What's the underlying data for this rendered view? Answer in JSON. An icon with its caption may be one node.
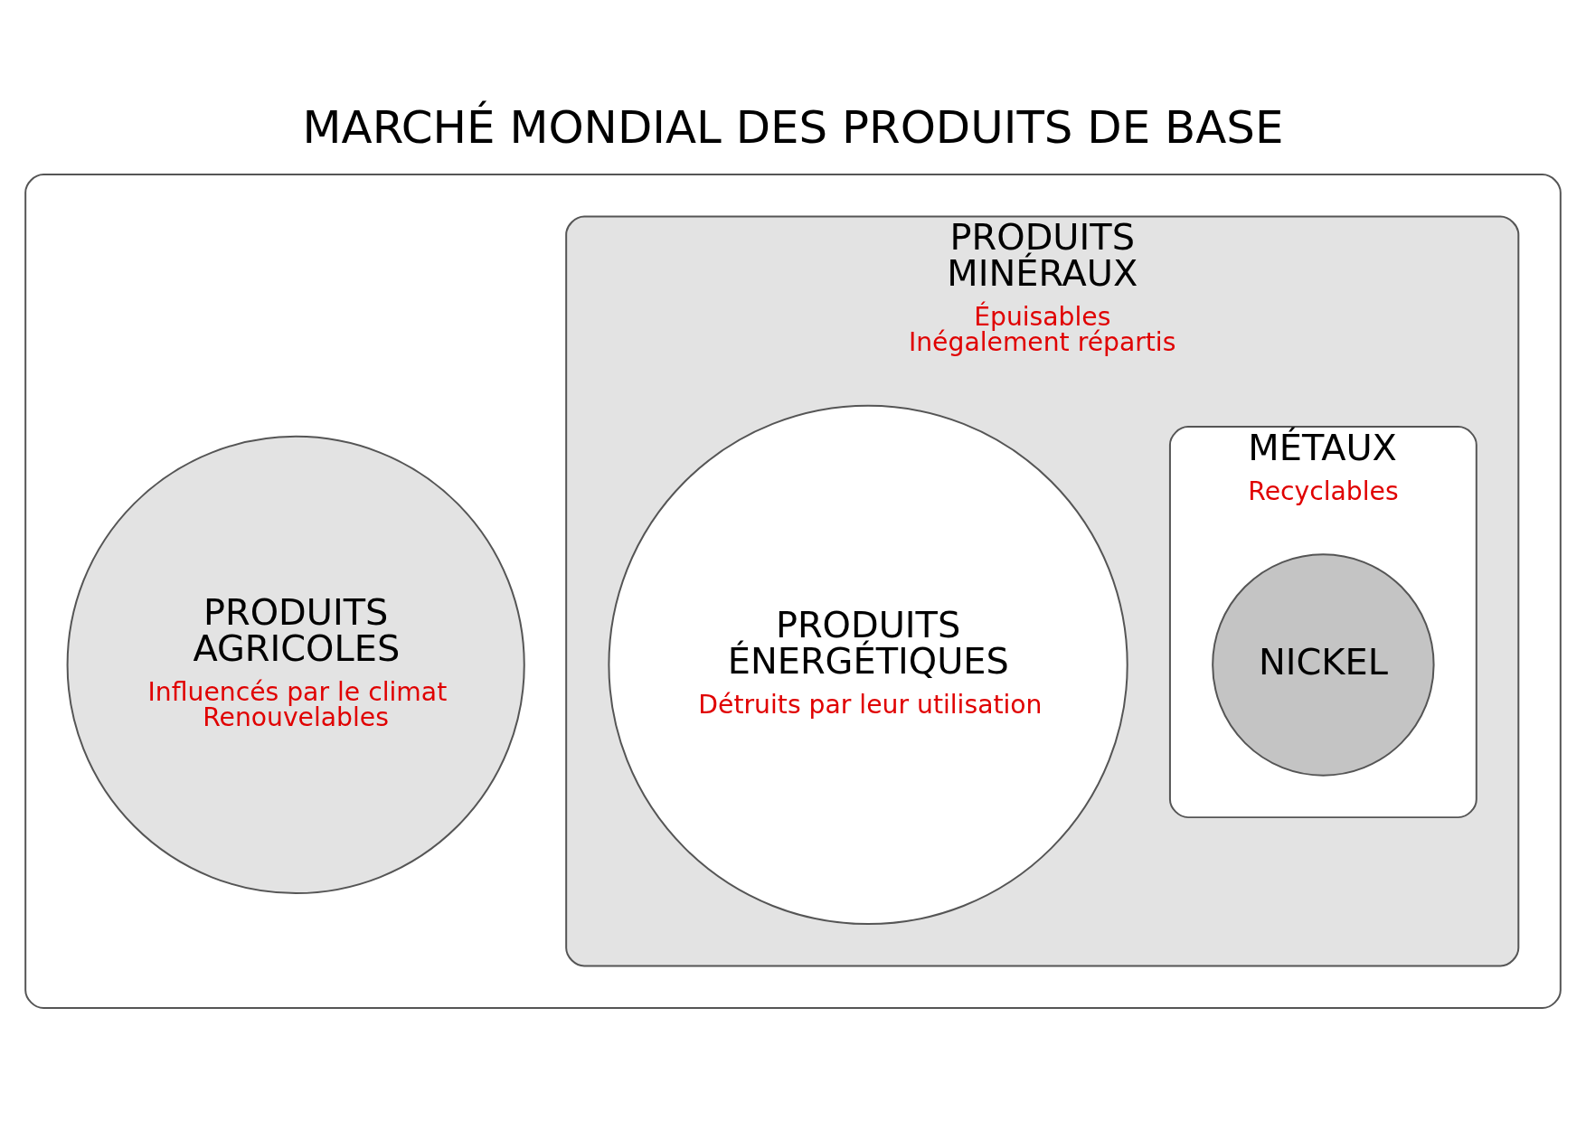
{
  "diagram": {
    "title": "MARCHÉ MONDIAL DES PRODUITS DE BASE",
    "nodes": [
      {
        "text": [],
        "shape": "ellipse"
      },
      {
        "text": [
          "PRODUITS AGRICOLES",
          "Influencés par le climat",
          "Renouvelables"
        ],
        "in": 0
      },
      {
        "text": [
          "PRODUITS MINÉRAUX",
          "Épuisables",
          "Inégalement répartis"
        ],
        "in": 0
      },
      {
        "text": [
          "MÉTAUX",
          "Recyclables"
        ],
        "in": 2
      },
      {
        "text": [
          "NICKEL"
        ],
        "in": 3
      },
      {
        "text": [
          "PRODUITS ÉNERGÉTIQUES",
          "Détruits par leur utilisation"
        ],
        "in": 2
      }
    ]
  }
}
